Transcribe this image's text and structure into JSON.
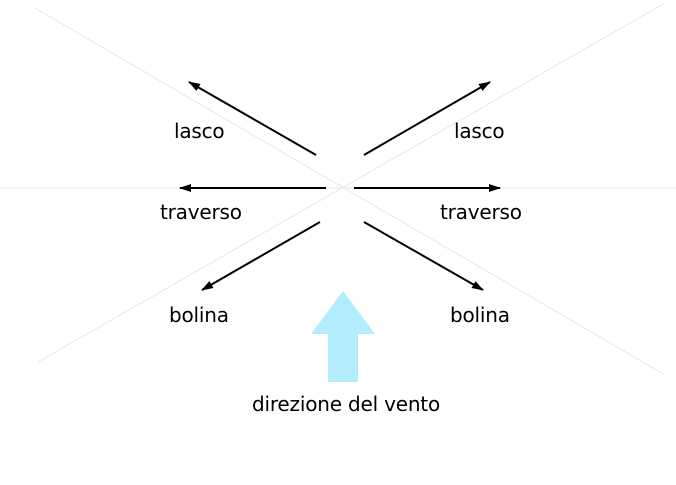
{
  "labels": {
    "lasco_left": "lasco",
    "lasco_right": "lasco",
    "traverso_left": "traverso",
    "traverso_right": "traverso",
    "bolina_left": "bolina",
    "bolina_right": "bolina",
    "wind_direction": "direzione del vento"
  },
  "colors": {
    "arrow": "#000000",
    "wind_arrow": "#b3ecfc",
    "guide_lines": "#e6e6e6"
  }
}
